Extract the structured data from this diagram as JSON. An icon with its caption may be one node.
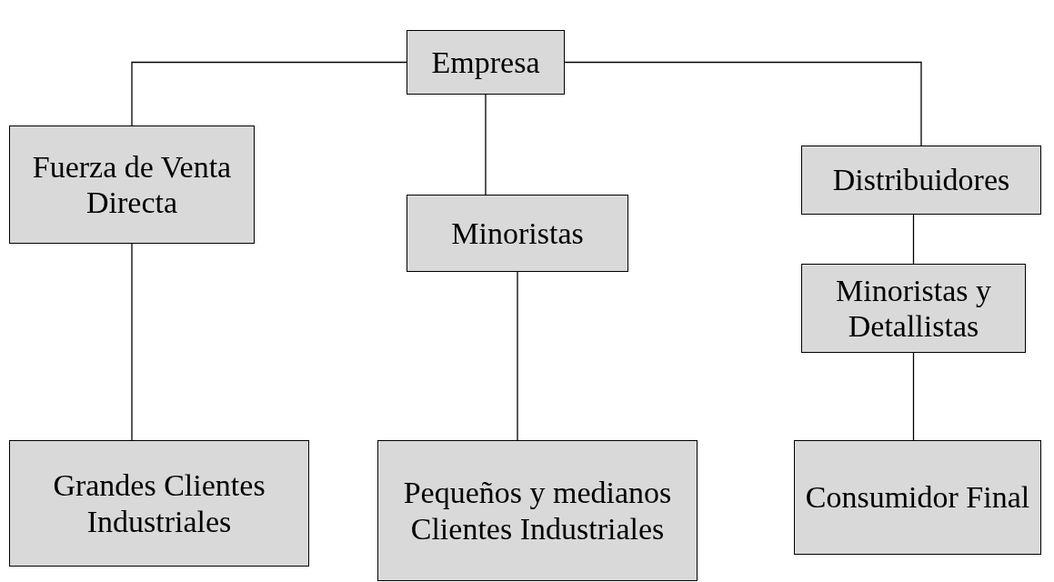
{
  "diagram": {
    "nodes": [
      {
        "text": [
          "Empresa"
        ]
      },
      {
        "text": [
          "Fuerza de Venta Directa"
        ]
      },
      {
        "text": [
          "Minoristas"
        ]
      },
      {
        "text": [
          "Distribuidores"
        ]
      },
      {
        "text": [
          "Minoristas y Detallistas"
        ]
      },
      {
        "text": [
          "Grandes Clientes Industriales"
        ]
      },
      {
        "text": [
          "Pequeños y medianos Clientes Industriales"
        ]
      },
      {
        "text": [
          "Consumidor Final"
        ]
      }
    ],
    "edges": [
      {
        "from": 0,
        "to": 1,
        "arrow": "none"
      },
      {
        "from": 0,
        "to": 2,
        "arrow": "none"
      },
      {
        "from": 0,
        "to": 3,
        "arrow": "none"
      },
      {
        "from": 1,
        "to": 5,
        "arrow": "none"
      },
      {
        "from": 2,
        "to": 6,
        "arrow": "none"
      },
      {
        "from": 3,
        "to": 4,
        "arrow": "none"
      },
      {
        "from": 4,
        "to": 7,
        "arrow": "none"
      }
    ]
  }
}
